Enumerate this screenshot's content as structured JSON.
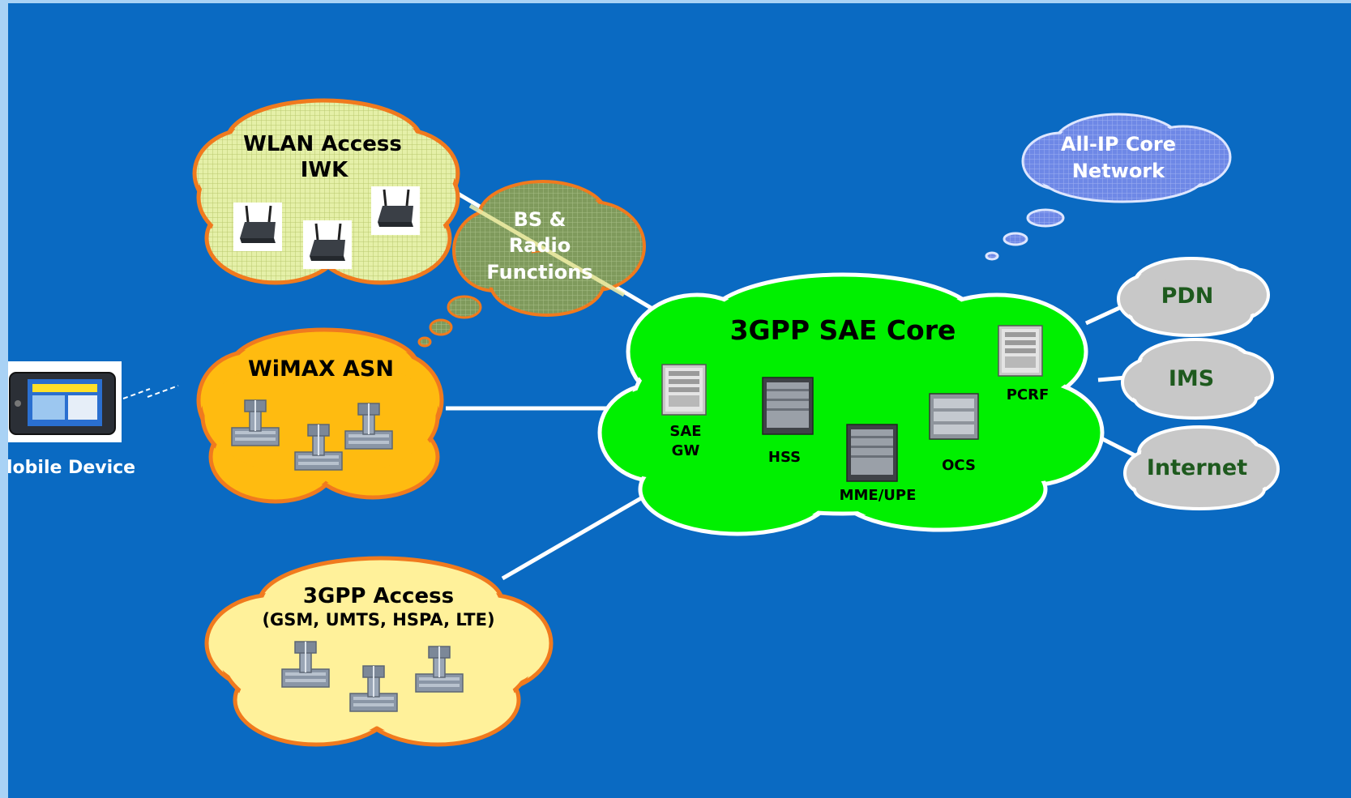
{
  "clouds": {
    "wlan": {
      "line1": "WLAN Access",
      "line2": "IWK"
    },
    "bs_radio": {
      "line1": "BS &",
      "line2": "Radio",
      "line3": "Functions"
    },
    "all_ip": {
      "line1": "All-IP Core",
      "line2": "Network"
    },
    "wimax": {
      "title": "WiMAX ASN"
    },
    "access_3gpp": {
      "title": "3GPP Access",
      "subtitle": "(GSM, UMTS, HSPA, LTE)"
    },
    "sae_core": {
      "title": "3GPP SAE Core",
      "nodes": {
        "sae_gw_1": "SAE",
        "sae_gw_2": "GW",
        "hss": "HSS",
        "mme": "MME/UPE",
        "ocs": "OCS",
        "pcrf": "PCRF"
      }
    },
    "pdn": "PDN",
    "ims": "IMS",
    "internet": "Internet"
  },
  "device": {
    "label": "lobile Device"
  },
  "colors": {
    "background": "#0a6ac2",
    "cloud_outline": "#f07a1e",
    "wlan_fill": "#dfeea0",
    "bs_fill": "#7e9a5c",
    "allip_fill": "#6f8ae8",
    "wimax_fill": "#ffbb10",
    "access_fill": "#fff19a",
    "core_fill": "#00f000",
    "gray_fill": "#c8c8c8"
  }
}
